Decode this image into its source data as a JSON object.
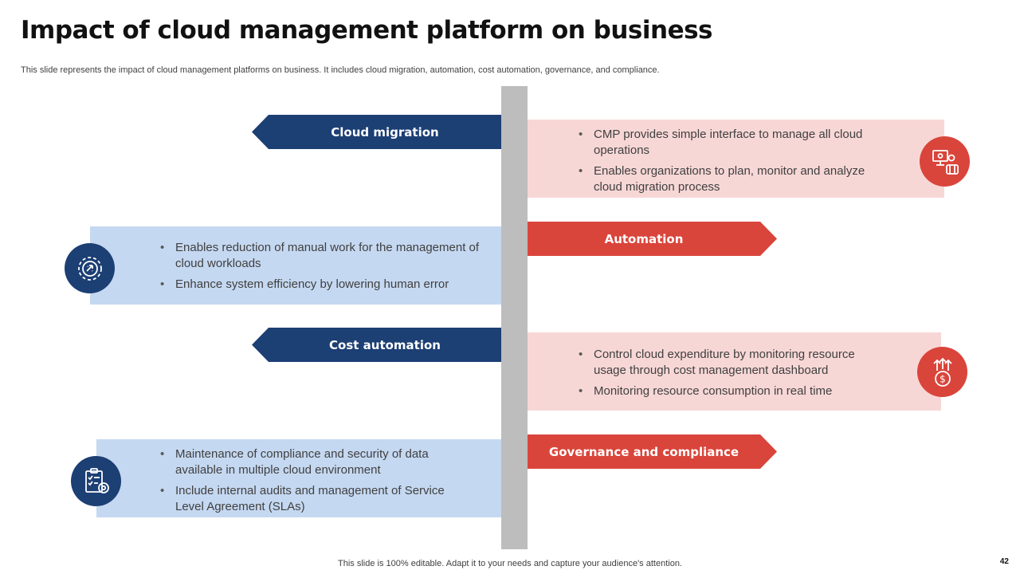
{
  "slide": {
    "title": "Impact of cloud management platform on business",
    "subtitle": "This slide represents the impact of cloud management platforms on business. It includes cloud migration, automation, cost automation, governance, and compliance.",
    "footer": "This slide is 100% editable. Adapt it to your needs and capture your audience's attention.",
    "page_number": "42"
  },
  "sections": [
    {
      "label": "Cloud migration",
      "icon": "computer-cloud-settings-icon",
      "bullets": [
        "CMP provides simple interface to manage all cloud operations",
        "Enables organizations to plan, monitor and analyze cloud migration process"
      ]
    },
    {
      "label": "Automation",
      "icon": "gear-automation-icon",
      "bullets": [
        "Enables reduction of manual work for the management of cloud workloads",
        "Enhance system efficiency by lowering human error"
      ]
    },
    {
      "label": "Cost automation",
      "icon": "dollar-growth-icon",
      "bullets": [
        "Control cloud expenditure by monitoring resource usage through cost management dashboard",
        "Monitoring resource consumption in real time"
      ]
    },
    {
      "label": "Governance and compliance",
      "icon": "clipboard-compliance-icon",
      "bullets": [
        "Maintenance of compliance and security of data available in multiple cloud environment",
        "Include internal audits and management of Service Level Agreement (SLAs)"
      ]
    }
  ],
  "colors": {
    "navy": "#1c3f74",
    "red": "#d9453b",
    "pink_box": "#f7d7d6",
    "blue_box": "#c5d8f1",
    "spine": "#bdbdbd"
  }
}
